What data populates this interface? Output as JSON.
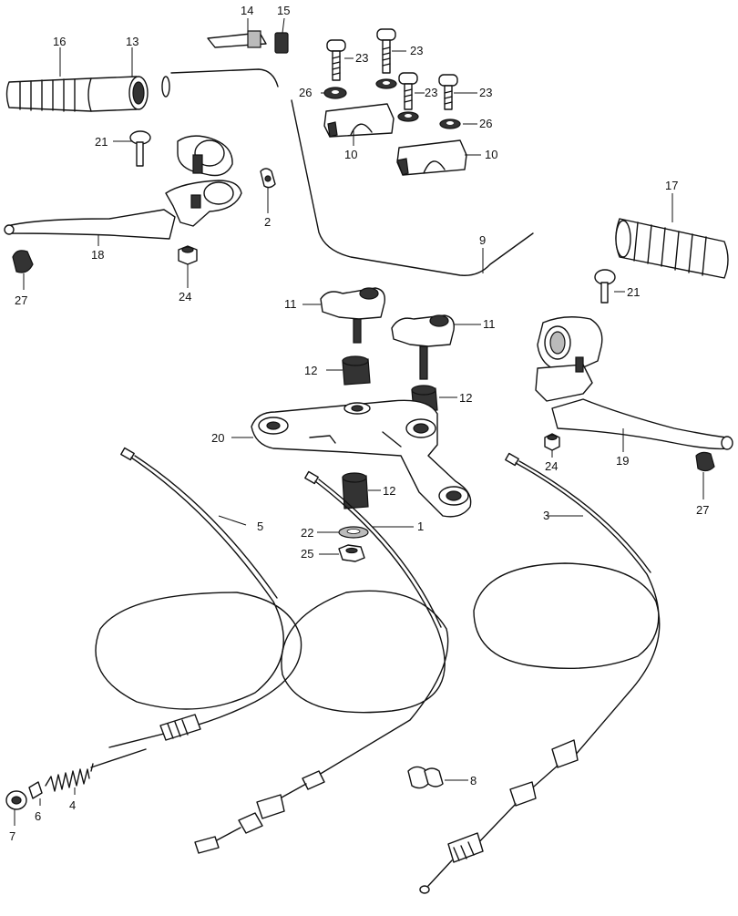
{
  "callouts": {
    "c1": "1",
    "c2": "2",
    "c3": "3",
    "c4": "4",
    "c5": "5",
    "c6": "6",
    "c7": "7",
    "c8": "8",
    "c9": "9",
    "c10a": "10",
    "c10b": "10",
    "c11a": "11",
    "c11b": "11",
    "c12a": "12",
    "c12b": "12",
    "c12c": "12",
    "c13": "13",
    "c14": "14",
    "c15": "15",
    "c16": "16",
    "c17": "17",
    "c18": "18",
    "c19": "19",
    "c20": "20",
    "c21a": "21",
    "c21b": "21",
    "c22": "22",
    "c23a": "23",
    "c23b": "23",
    "c23c": "23",
    "c23d": "23",
    "c24a": "24",
    "c24b": "24",
    "c25": "25",
    "c26a": "26",
    "c26b": "26",
    "c27a": "27",
    "c27b": "27"
  }
}
